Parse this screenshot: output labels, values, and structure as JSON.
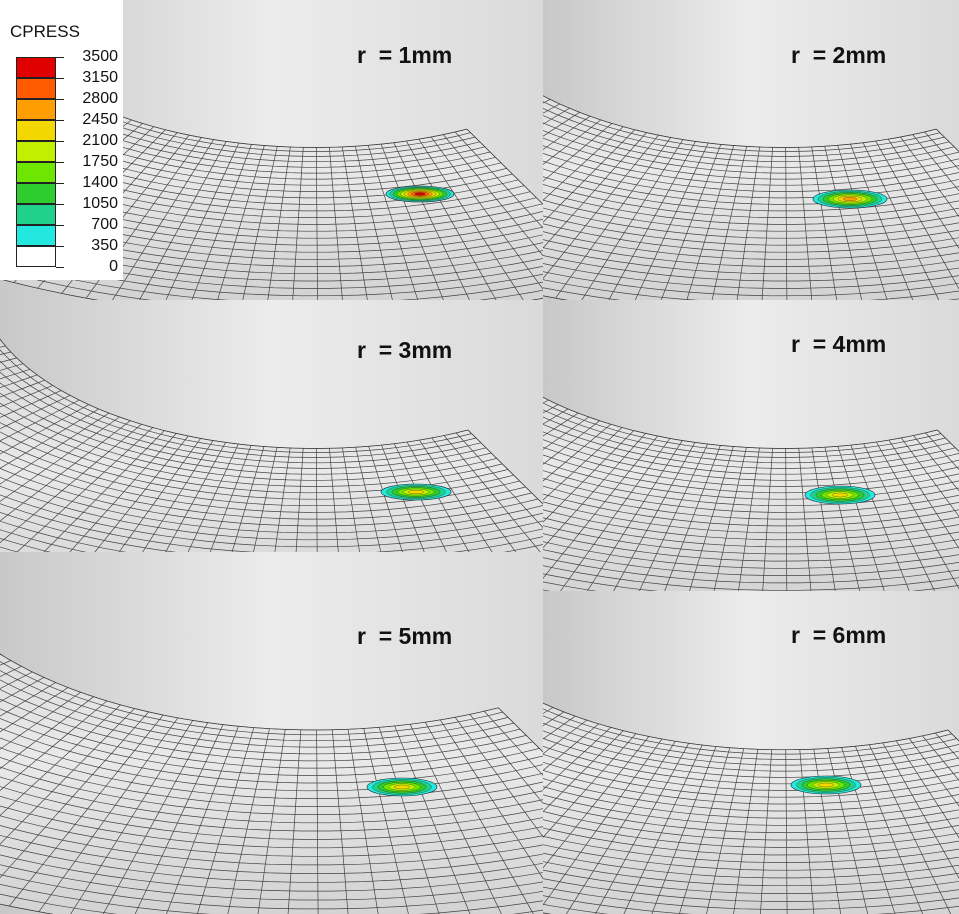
{
  "panels": [
    {
      "label": "r  = 1mm"
    },
    {
      "label": "r  = 2mm"
    },
    {
      "label": "r  = 3mm"
    },
    {
      "label": "r  = 4mm"
    },
    {
      "label": "r  = 5mm"
    },
    {
      "label": "r  = 6mm"
    }
  ],
  "legend": {
    "title": "CPRESS",
    "ticks": [
      "3500",
      "3150",
      "2800",
      "2450",
      "2100",
      "1750",
      "1400",
      "1050",
      "700",
      "350",
      "0"
    ],
    "colors": [
      "#e00000",
      "#ff5a00",
      "#ff9e00",
      "#f2d800",
      "#c0f000",
      "#6ee600",
      "#2ecc2e",
      "#1fd18a",
      "#22e8e0",
      "#ffffff"
    ]
  },
  "contact_spots": [
    {
      "peak_level": "3500"
    },
    {
      "peak_level": "2800"
    },
    {
      "peak_level": "2450"
    },
    {
      "peak_level": "2450"
    },
    {
      "peak_level": "2450"
    },
    {
      "peak_level": "2450"
    }
  ]
}
